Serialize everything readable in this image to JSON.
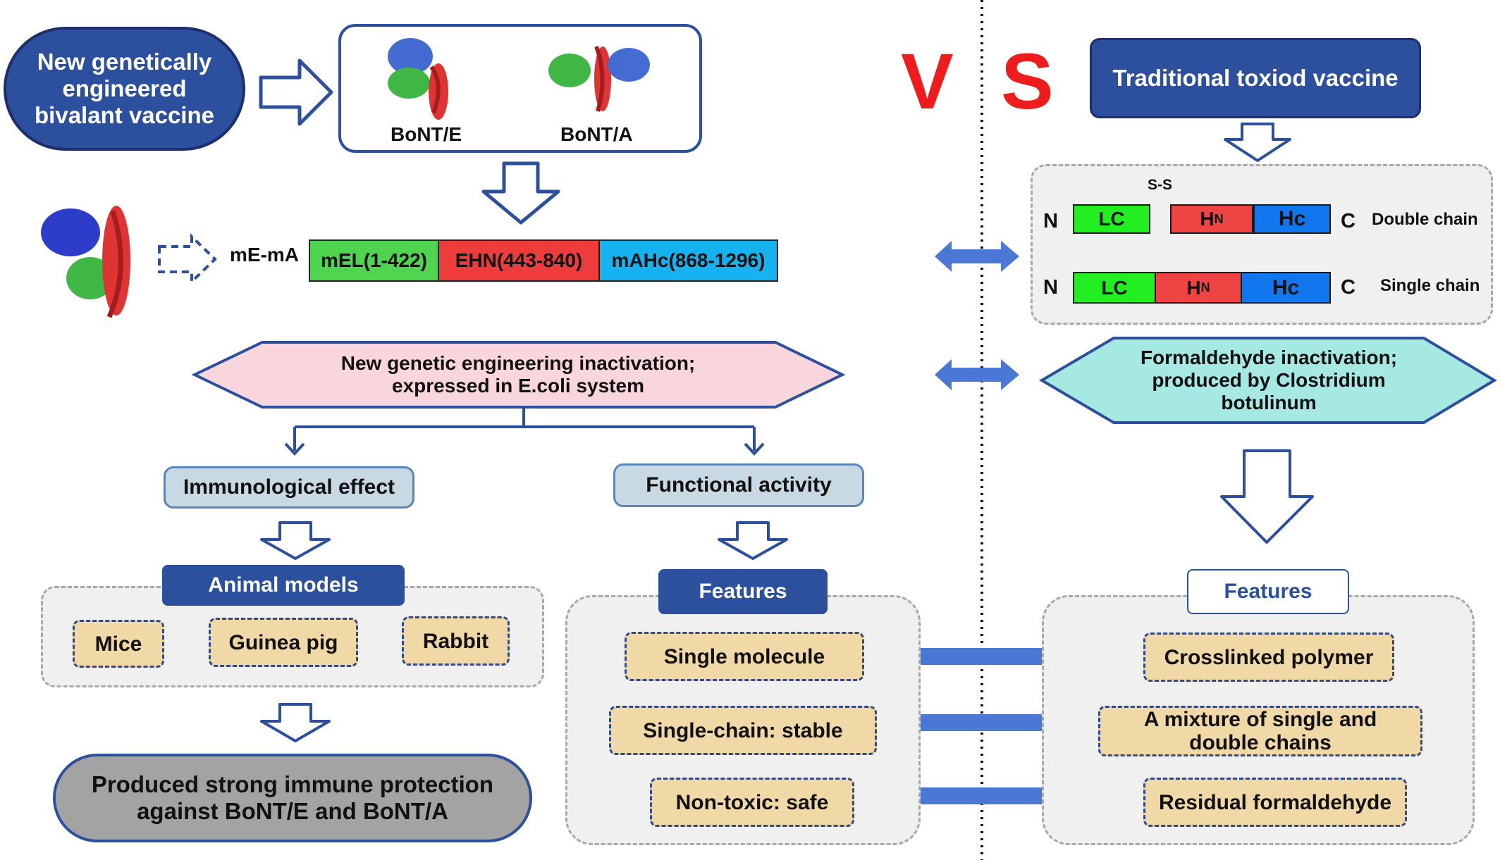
{
  "left": {
    "new_vaccine": "New genetically engineered bivalant vaccine",
    "bont_e": "BoNT/E",
    "bont_a": "BoNT/A",
    "construct_label": "mE-mA",
    "segments": [
      {
        "text": "mEL(1-422)",
        "color": "#4fd44f"
      },
      {
        "text": "EHN(443-840)",
        "color": "#ee3b3b"
      },
      {
        "text": "mAHc(868-1296)",
        "color": "#16b2f0"
      }
    ],
    "inactivation": "New genetic engineering inactivation; expressed in E.coli system",
    "immuno": "Immunological effect",
    "functional": "Functional activity",
    "animal_models": "Animal models",
    "animals": [
      "Mice",
      "Guinea pig",
      "Rabbit"
    ],
    "outcome": "Produced strong immune protection against BoNT/E and BoNT/A",
    "features_title": "Features",
    "features": [
      "Single molecule",
      "Single-chain: stable",
      "Non-toxic: safe"
    ]
  },
  "vs": {
    "v": "V",
    "s": "S"
  },
  "right": {
    "traditional": "Traditional toxiod vaccine",
    "ss": "S-S",
    "n": "N",
    "c": "C",
    "lc": "LC",
    "hn_main": "H",
    "hn_sub": "N",
    "hc": "Hc",
    "double_chain": "Double chain",
    "single_chain": "Single chain",
    "inactivation": "Formaldehyde inactivation; produced by Clostridium botulinum",
    "features_title": "Features",
    "features": [
      "Crosslinked polymer",
      "A mixture of single and double chains",
      "Residual formaldehyde"
    ]
  },
  "colors": {
    "navy": "#2c4f9e",
    "arrow_blue": "#4a78d4",
    "pink": "#f9d6dc",
    "teal": "#a6e8e2",
    "feature_fill": "#f0d9a6",
    "gray_pill": "#a3a3a3",
    "vs_red": "#ee1c1c"
  }
}
